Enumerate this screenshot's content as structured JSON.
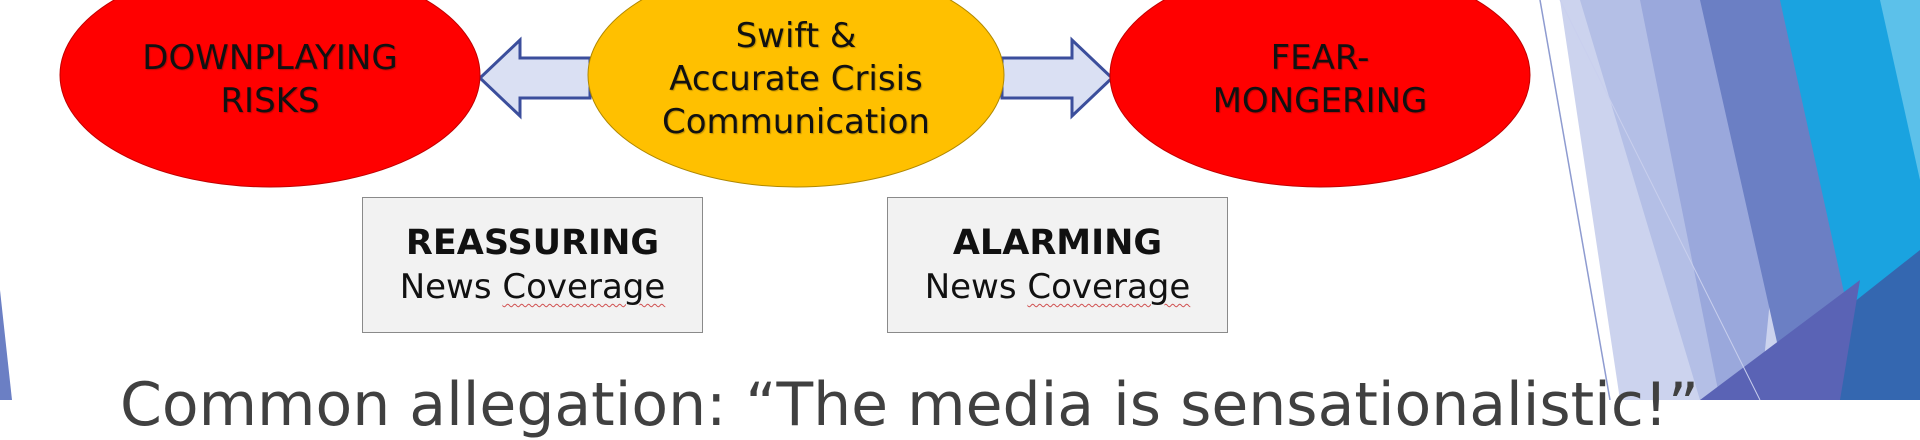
{
  "colors": {
    "risk_fill": "#ff0000",
    "center_fill": "#ffc000",
    "arrow_fill": "#dae0f3",
    "arrow_stroke": "#3b4e9c",
    "box_fill": "#f2f2f2",
    "accent_blue": "#6b7fc4",
    "accent_cyan": "#1aa3e0"
  },
  "diagram": {
    "left": {
      "lines": [
        "DOWNPLAYING",
        "RISKS"
      ]
    },
    "center": {
      "lines": [
        "Swift &",
        "Accurate Crisis",
        "Communication"
      ]
    },
    "right": {
      "lines": [
        "FEAR-",
        "MONGERING"
      ]
    },
    "box_left": {
      "title": "REASSURING",
      "prefix": "News ",
      "underlined": "Coverage"
    },
    "box_right": {
      "title": "ALARMING",
      "prefix": "News ",
      "underlined": "Coverage"
    }
  },
  "caption": "Common allegation: “The media is sensationalistic!”"
}
